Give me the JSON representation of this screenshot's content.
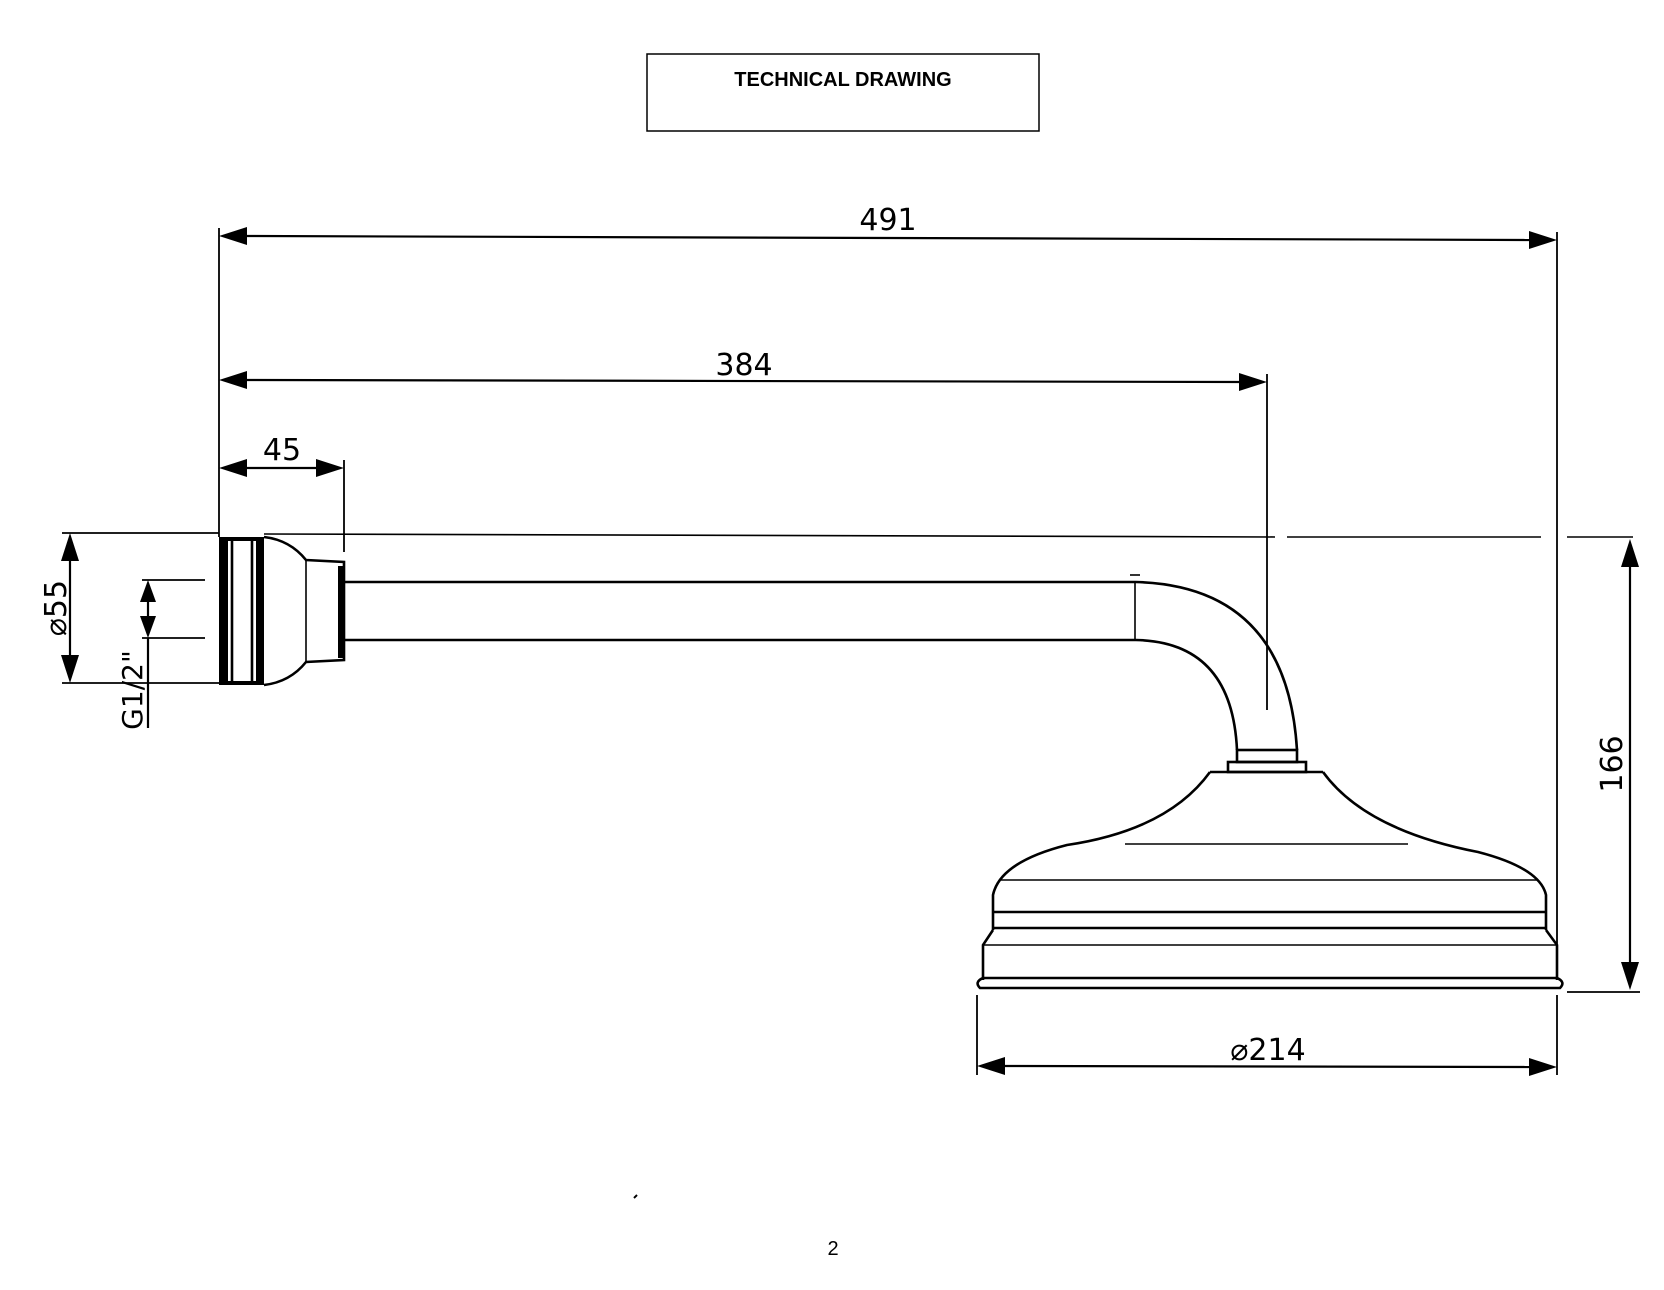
{
  "title": "TECHNICAL DRAWING",
  "page_number": "2",
  "dimensions": {
    "overall_length": "491",
    "arm_length": "384",
    "flange_depth": "45",
    "flange_diameter_symbol": "⌀",
    "flange_diameter": "55",
    "thread": "G1/2\"",
    "overall_height": "166",
    "head_diameter_symbol": "⌀",
    "head_diameter": "214"
  }
}
